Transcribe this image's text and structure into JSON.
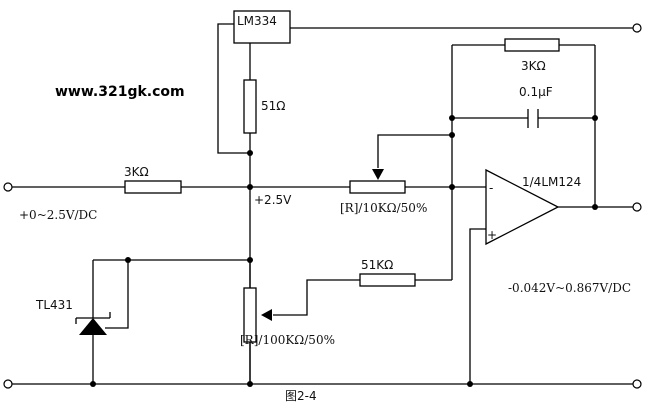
{
  "watermark": "www.321gk.com",
  "caption": "图2-4",
  "components": {
    "lm334": "LM334",
    "r_51ohm": "51Ω",
    "r_3k_in": "3KΩ",
    "r_3k_fb": "3KΩ",
    "c_fb": "0.1μF",
    "pot_10k": "[R]/10KΩ/50%",
    "pot_100k": "[R]/100KΩ/50%",
    "r_51k": "51KΩ",
    "opamp": "1/4LM124",
    "tl431": "TL431"
  },
  "signals": {
    "node_voltage": "+2.5V",
    "input_range": "+0~2.5V/DC",
    "output_range": "-0.042V~0.867V/DC"
  },
  "opamp_pins": {
    "inverting": "-",
    "noninverting": "+"
  }
}
